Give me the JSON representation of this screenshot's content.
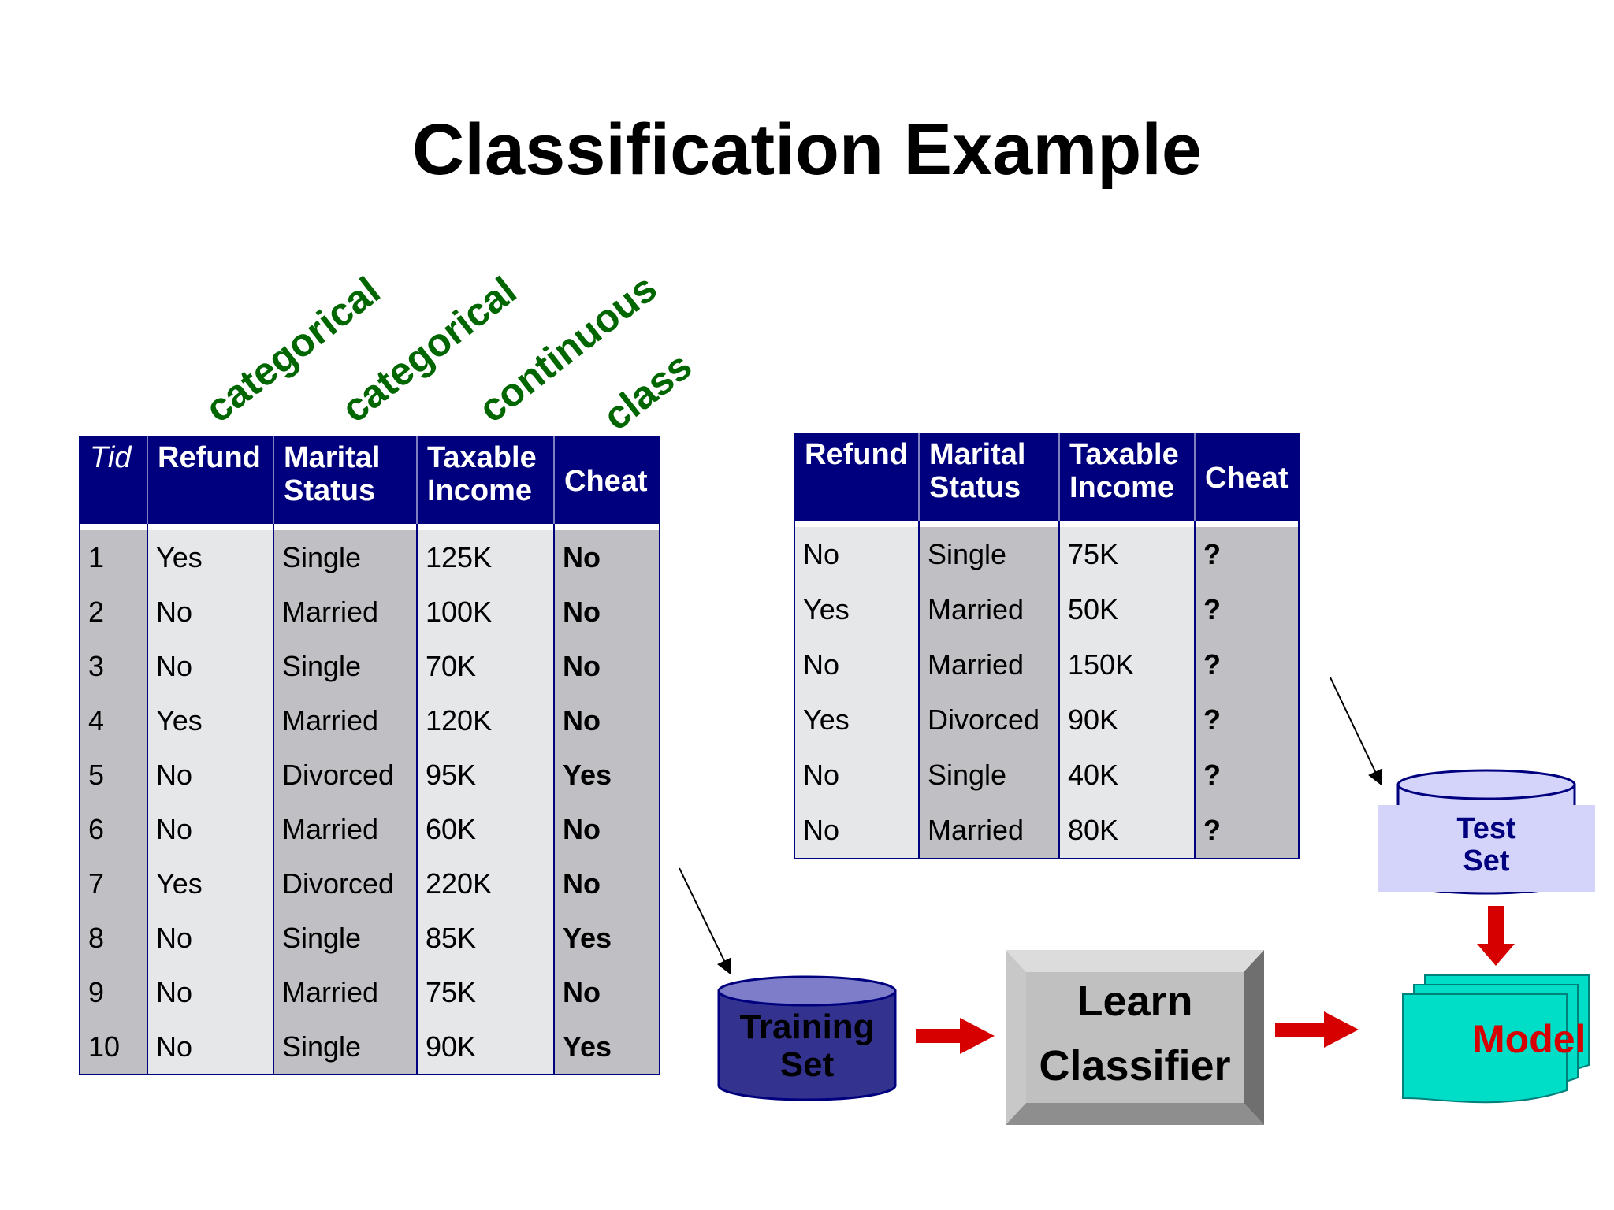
{
  "title": "Classification Example",
  "attribute_types": [
    "categorical",
    "categorical",
    "continuous",
    "class"
  ],
  "training_table": {
    "headers": [
      "Tid",
      "Refund",
      "Marital Status",
      "Taxable Income",
      "Cheat"
    ],
    "rows": [
      [
        "1",
        "Yes",
        "Single",
        "125K",
        "No"
      ],
      [
        "2",
        "No",
        "Married",
        "100K",
        "No"
      ],
      [
        "3",
        "No",
        "Single",
        "70K",
        "No"
      ],
      [
        "4",
        "Yes",
        "Married",
        "120K",
        "No"
      ],
      [
        "5",
        "No",
        "Divorced",
        "95K",
        "Yes"
      ],
      [
        "6",
        "No",
        "Married",
        "60K",
        "No"
      ],
      [
        "7",
        "Yes",
        "Divorced",
        "220K",
        "No"
      ],
      [
        "8",
        "No",
        "Single",
        "85K",
        "Yes"
      ],
      [
        "9",
        "No",
        "Married",
        "75K",
        "No"
      ],
      [
        "10",
        "No",
        "Single",
        "90K",
        "Yes"
      ]
    ]
  },
  "test_table": {
    "headers": [
      "Refund",
      "Marital Status",
      "Taxable Income",
      "Cheat"
    ],
    "rows": [
      [
        "No",
        "Single",
        "75K",
        "?"
      ],
      [
        "Yes",
        "Married",
        "50K",
        "?"
      ],
      [
        "No",
        "Married",
        "150K",
        "?"
      ],
      [
        "Yes",
        "Divorced",
        "90K",
        "?"
      ],
      [
        "No",
        "Single",
        "40K",
        "?"
      ],
      [
        "No",
        "Married",
        "80K",
        "?"
      ]
    ]
  },
  "nodes": {
    "training_set": [
      "Training",
      "Set"
    ],
    "test_set": [
      "Test",
      "Set"
    ],
    "learn_classifier": [
      "Learn",
      "Classifier"
    ],
    "model": "Model"
  },
  "colors": {
    "header": "#00007f",
    "attr_type": "#006600",
    "class_value": "#e00000",
    "training_cylinder": "#33338f",
    "test_cylinder": "#d4d4fb",
    "model": "#00dec8",
    "flow_arrow": "#d60000"
  }
}
